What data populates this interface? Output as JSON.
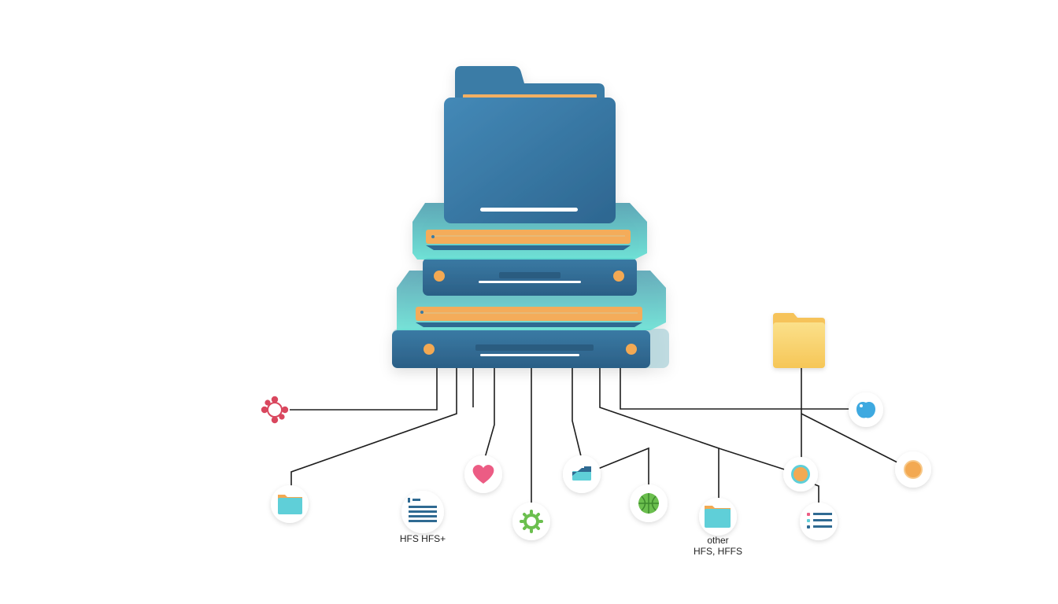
{
  "labels": {
    "hfs_node": "HFS HFS+",
    "other_line1": "other",
    "other_line2": "HFS, HFFS"
  },
  "icons": {
    "top_folder": "file-folder-icon",
    "right_folder": "yellow-folder-icon",
    "network": "network-nodes-icon",
    "heart": "heart-icon",
    "gear": "gear-icon",
    "globe": "globe-icon",
    "list": "list-icon",
    "document": "document-list-icon",
    "folder": "folder-icon",
    "apple": "apple-icon",
    "circle": "circle-icon"
  },
  "colors": {
    "folder_blue": "#3a7ca8",
    "drive_dark": "#2f6a92",
    "drive_teal": "#5ed4cc",
    "accent_orange": "#f3a952",
    "folder_yellow": "#f9d46b",
    "heart_pink": "#ec5c84",
    "gear_green": "#6bbf4e",
    "network_red": "#d9475e",
    "icon_cyan": "#5fcfd8",
    "line": "#1e1e1e"
  }
}
